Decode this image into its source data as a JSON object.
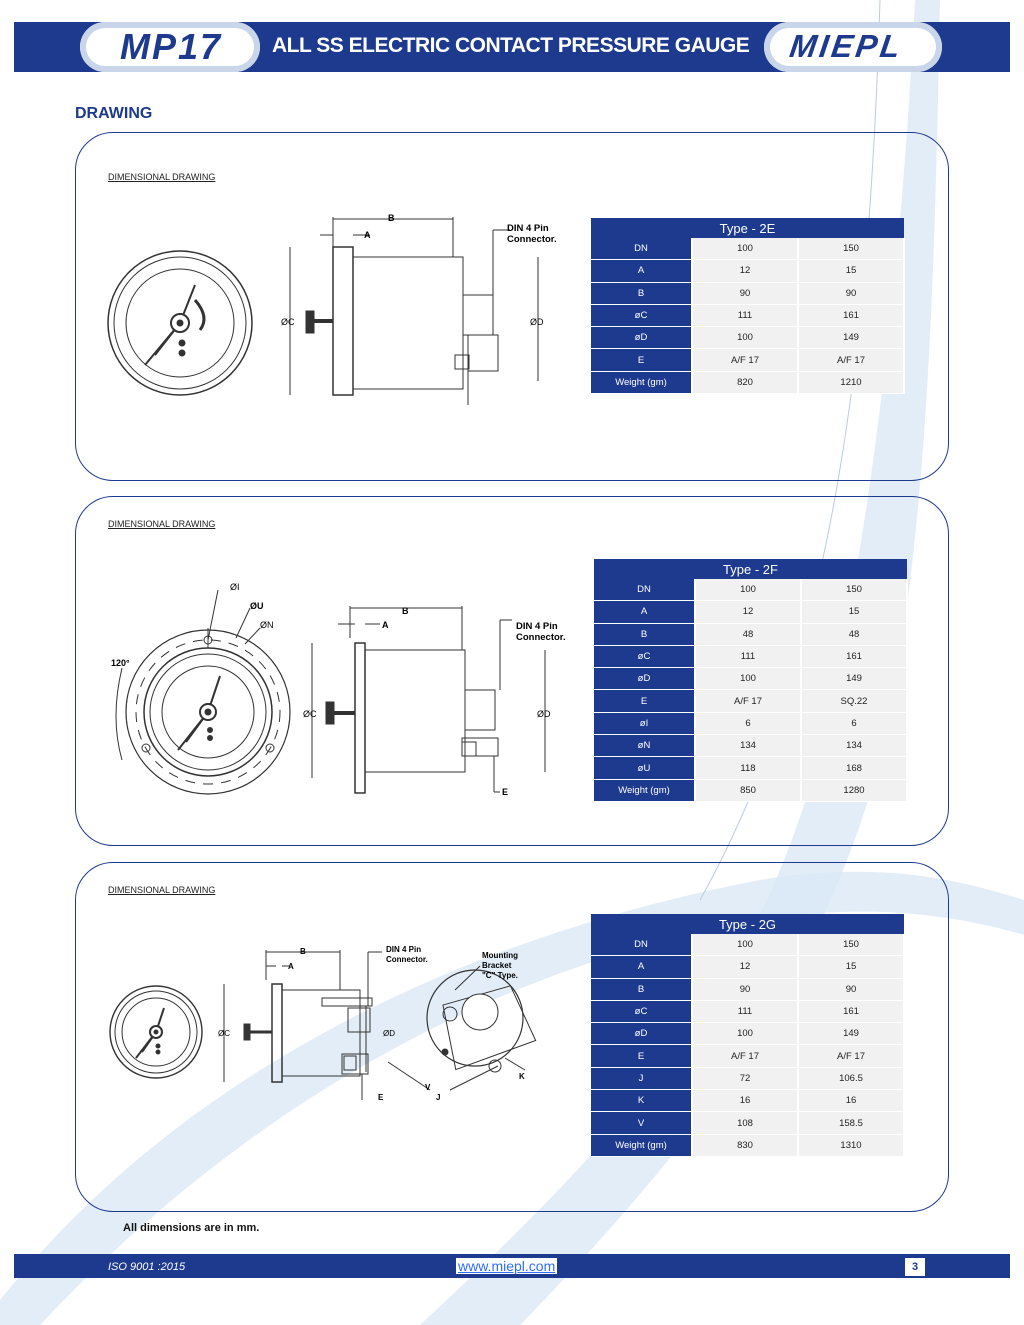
{
  "header": {
    "model": "MP17",
    "title": "ALL SS ELECTRIC CONTACT PRESSURE GAUGE",
    "logo": "MIEPL"
  },
  "section_title": "DRAWING",
  "panels": [
    {
      "label": "DIMENSIONAL DRAWING",
      "callouts": {
        "b": "B",
        "a": "A",
        "c": "ØC",
        "d": "ØD",
        "conn1": "DIN 4 Pin",
        "conn2": "Connector."
      },
      "table": {
        "title": "Type - 2E",
        "rows": [
          [
            "DN",
            "100",
            "150"
          ],
          [
            "A",
            "12",
            "15"
          ],
          [
            "B",
            "90",
            "90"
          ],
          [
            "øC",
            "111",
            "161"
          ],
          [
            "øD",
            "100",
            "149"
          ],
          [
            "E",
            "A/F 17",
            "A/F 17"
          ],
          [
            "Weight (gm)",
            "820",
            "1210"
          ]
        ]
      }
    },
    {
      "label": "DIMENSIONAL DRAWING",
      "callouts": {
        "i": "ØI",
        "u": "ØU",
        "n": "ØN",
        "angle": "120°",
        "b": "B",
        "a": "A",
        "c": "ØC",
        "d": "ØD",
        "e": "E",
        "conn1": "DIN 4 Pin",
        "conn2": "Connector."
      },
      "table": {
        "title": "Type - 2F",
        "rows": [
          [
            "DN",
            "100",
            "150"
          ],
          [
            "A",
            "12",
            "15"
          ],
          [
            "B",
            "48",
            "48"
          ],
          [
            "øC",
            "111",
            "161"
          ],
          [
            "øD",
            "100",
            "149"
          ],
          [
            "E",
            "A/F 17",
            "SQ.22"
          ],
          [
            "øI",
            "6",
            "6"
          ],
          [
            "øN",
            "134",
            "134"
          ],
          [
            "øU",
            "118",
            "168"
          ],
          [
            "Weight (gm)",
            "850",
            "1280"
          ]
        ]
      }
    },
    {
      "label": "DIMENSIONAL DRAWING",
      "callouts": {
        "b": "B",
        "a": "A",
        "c": "ØC",
        "d": "ØD",
        "e": "E",
        "j": "J",
        "k": "K",
        "v": "V",
        "conn1": "DIN 4 Pin",
        "conn2": "Connector.",
        "mb1": "Mounting",
        "mb2": "Bracket",
        "mb3": "\"C\" Type."
      },
      "table": {
        "title": "Type - 2G",
        "rows": [
          [
            "DN",
            "100",
            "150"
          ],
          [
            "A",
            "12",
            "15"
          ],
          [
            "B",
            "90",
            "90"
          ],
          [
            "øC",
            "111",
            "161"
          ],
          [
            "øD",
            "100",
            "149"
          ],
          [
            "E",
            "A/F 17",
            "A/F 17"
          ],
          [
            "J",
            "72",
            "106.5"
          ],
          [
            "K",
            "16",
            "16"
          ],
          [
            "V",
            "108",
            "158.5"
          ],
          [
            "Weight (gm)",
            "830",
            "1310"
          ]
        ]
      }
    }
  ],
  "note": "All dimensions are in mm.",
  "footer": {
    "iso": "ISO 9001 :2015",
    "url": "www.miepl.com",
    "page": "3"
  },
  "colors": {
    "brand_blue": "#1e3a8e",
    "row_bg": "#f1f1f1",
    "link": "#2f6df5"
  }
}
